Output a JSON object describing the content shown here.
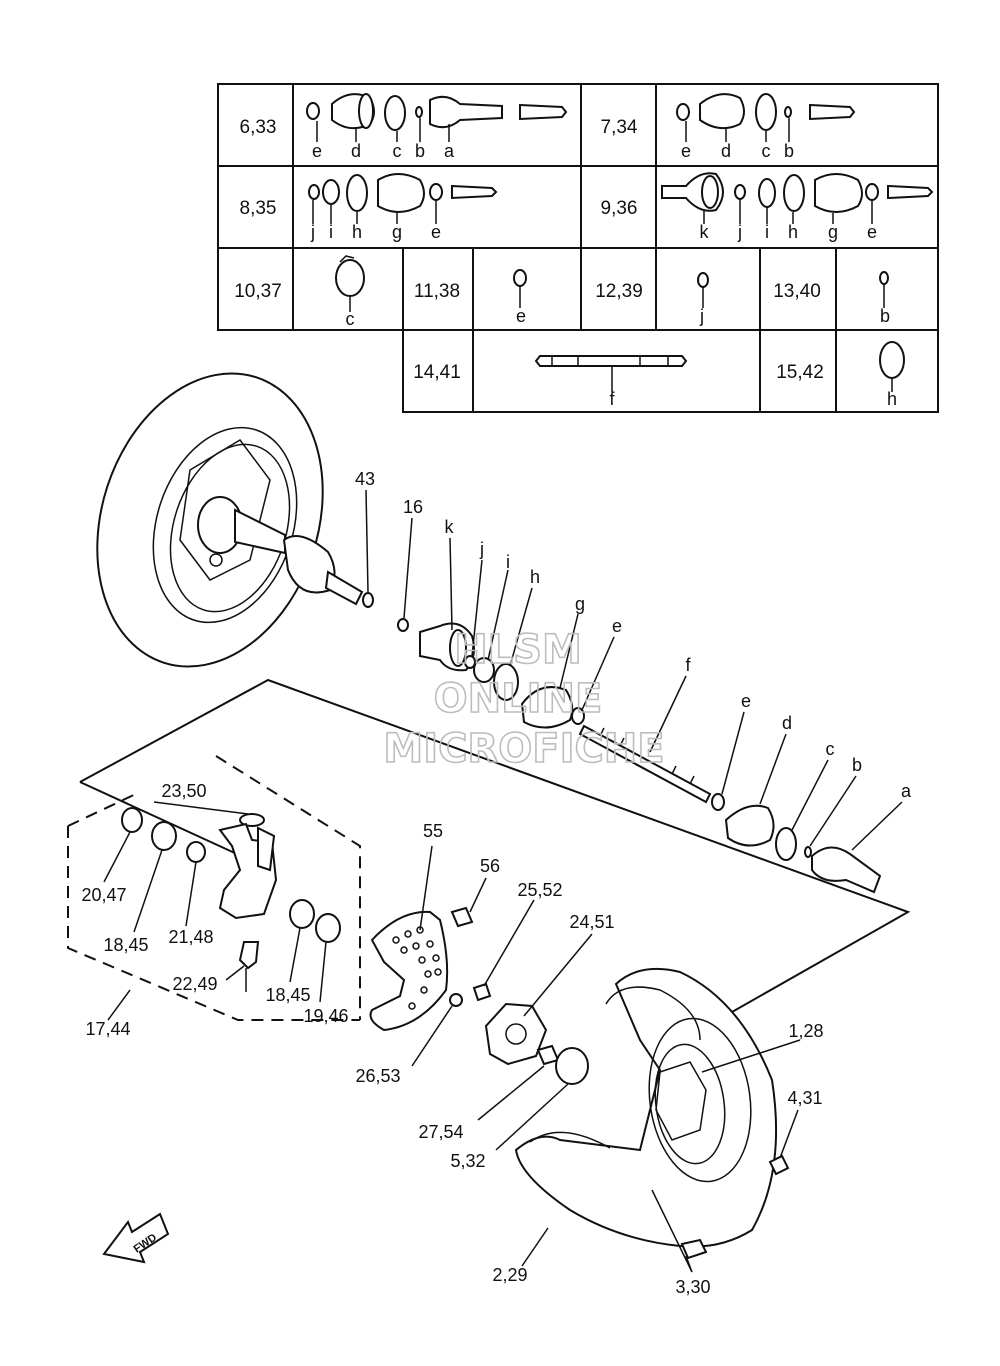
{
  "table": {
    "rows": [
      [
        {
          "ref": "6,33",
          "letters": [
            "e",
            "d",
            "c",
            "b",
            "a"
          ]
        },
        {
          "ref": "7,34",
          "letters": [
            "e",
            "d",
            "c",
            "b"
          ]
        }
      ],
      [
        {
          "ref": "8,35",
          "letters": [
            "j",
            "i",
            "h",
            "g",
            "e"
          ]
        },
        {
          "ref": "9,36",
          "letters": [
            "k",
            "j",
            "i",
            "h",
            "g",
            "e"
          ]
        }
      ],
      [
        {
          "ref": "10,37",
          "letters": [
            "c"
          ]
        },
        {
          "ref": "11,38",
          "letters": [
            "e"
          ]
        },
        {
          "ref": "12,39",
          "letters": [
            "j"
          ]
        },
        {
          "ref": "13,40",
          "letters": [
            "b"
          ]
        }
      ],
      [
        {
          "ref": "14,41",
          "letters": [
            "f"
          ]
        },
        {
          "ref": "15,42",
          "letters": [
            "h"
          ]
        }
      ]
    ]
  },
  "callouts": {
    "n43": "43",
    "n16": "16",
    "k": "k",
    "j": "j",
    "i": "i",
    "h": "h",
    "g": "g",
    "e1": "e",
    "f": "f",
    "e2": "e",
    "d": "d",
    "c": "c",
    "b": "b",
    "a": "a",
    "n23_50": "23,50",
    "n20_47": "20,47",
    "n18_45a": "18,45",
    "n21_48": "21,48",
    "n22_49": "22,49",
    "n18_45b": "18,45",
    "n19_46": "19,46",
    "n17_44": "17,44",
    "n55": "55",
    "n56": "56",
    "n25_52": "25,52",
    "n24_51": "24,51",
    "n26_53": "26,53",
    "n27_54": "27,54",
    "n5_32": "5,32",
    "n1_28": "1,28",
    "n4_31": "4,31",
    "n2_29": "2,29",
    "n3_30": "3,30"
  },
  "fwd_label": "FWD",
  "watermark": {
    "line1": "HLSM",
    "line2": "ONLINE",
    "line3": "MICROFICHE"
  }
}
